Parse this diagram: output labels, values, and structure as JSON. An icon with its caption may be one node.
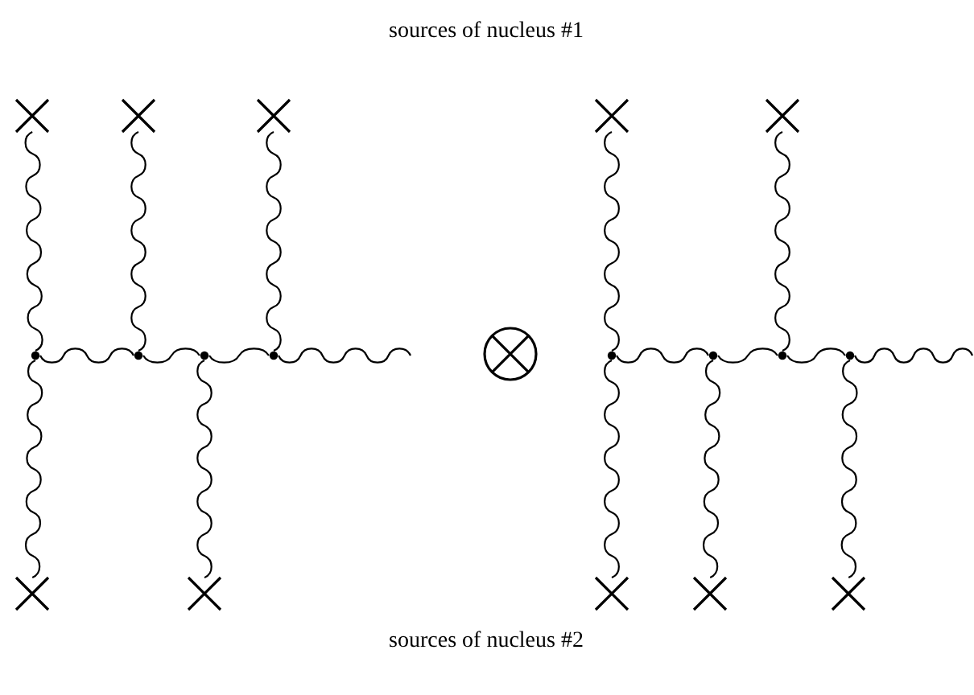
{
  "diagram": {
    "nodes": [
      {
        "text": [],
        "shape": "cross"
      },
      {
        "text": [],
        "shape": "cross"
      },
      {
        "text": [],
        "shape": "cross"
      },
      {
        "text": [],
        "shape": "cross"
      },
      {
        "text": [],
        "shape": "cross"
      },
      {
        "text": [],
        "shape": "dot"
      },
      {
        "text": [],
        "shape": "dot"
      },
      {
        "text": [],
        "shape": "dot"
      },
      {
        "text": [],
        "shape": "dot"
      },
      {
        "text": [],
        "shape": "dot"
      },
      {
        "text": [],
        "shape": "dot"
      },
      {
        "text": [],
        "shape": "dot"
      },
      {
        "text": [],
        "shape": "dot"
      },
      {
        "text": [],
        "shape": "cross"
      },
      {
        "text": [],
        "shape": "cross"
      },
      {
        "text": [],
        "shape": "cross"
      },
      {
        "text": [],
        "shape": "cross"
      },
      {
        "text": [],
        "shape": "cross"
      }
    ],
    "edges": [
      {
        "from": 0,
        "to": 5,
        "arrow": "none"
      },
      {
        "from": 1,
        "to": 6,
        "arrow": "none"
      },
      {
        "from": 2,
        "to": 8,
        "arrow": "none"
      },
      {
        "from": 3,
        "to": 9,
        "arrow": "none"
      },
      {
        "from": 4,
        "to": 11,
        "arrow": "none"
      },
      {
        "from": 5,
        "to": 6,
        "arrow": "none"
      },
      {
        "from": 6,
        "to": 7,
        "arrow": "none"
      },
      {
        "from": 7,
        "to": 8,
        "arrow": "none"
      },
      {
        "from": 8,
        "to": null,
        "arrow": "none"
      },
      {
        "from": 9,
        "to": 10,
        "arrow": "none"
      },
      {
        "from": 10,
        "to": 11,
        "arrow": "none"
      },
      {
        "from": 11,
        "to": 12,
        "arrow": "none"
      },
      {
        "from": 12,
        "to": null,
        "arrow": "none"
      },
      {
        "from": 5,
        "to": 13,
        "arrow": "none"
      },
      {
        "from": 7,
        "to": 14,
        "arrow": "none"
      },
      {
        "from": 9,
        "to": 15,
        "arrow": "none"
      },
      {
        "from": 10,
        "to": 16,
        "arrow": "none"
      },
      {
        "from": 12,
        "to": 17,
        "arrow": "none"
      }
    ],
    "labels": [
      "sources of nucleus #1",
      "sources of nucleus #2"
    ]
  }
}
